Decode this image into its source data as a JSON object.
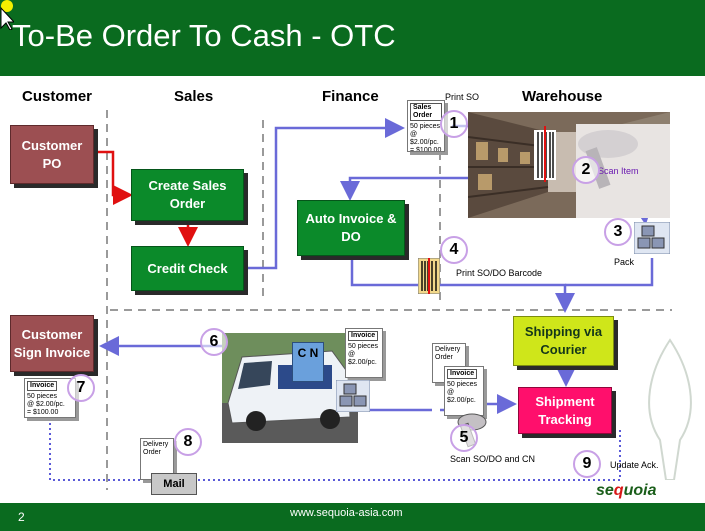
{
  "title": "To-Be Order To Cash - OTC",
  "lanes": {
    "customer": "Customer",
    "sales": "Sales",
    "finance": "Finance",
    "warehouse": "Warehouse"
  },
  "boxes": {
    "customer_po": "Customer PO",
    "create_sales_order": "Create Sales Order",
    "credit_check": "Credit Check",
    "auto_invoice": "Auto Invoice & DO",
    "shipping": "Shipping via Courier",
    "tracking": "Shipment Tracking",
    "customer_sign": "Customer Sign Invoice"
  },
  "labels": {
    "print_so": "Print  SO",
    "scan_item": "Scan Item",
    "pack": "Pack",
    "print_so_do_barcode": "Print SO/DO Barcode",
    "scan_so_do_cn": "Scan SO/DO and CN",
    "update_ack": "Update Ack.",
    "mail": "Mail",
    "cn": "C N"
  },
  "steps": [
    "1",
    "2",
    "3",
    "4",
    "5",
    "6",
    "7",
    "8",
    "9"
  ],
  "docs": {
    "sales_order_title": "Sales Order",
    "invoice_title": "Invoice",
    "delivery_order_title": "Delivery Order",
    "line1": "50 pieces",
    "line2": "@ $2.00/pc.",
    "line3": "= $100.00"
  },
  "footer": {
    "page": "2",
    "url": "www.sequoia-asia.com"
  },
  "logo": {
    "pre": "se",
    "mid": "q",
    "post": "uoia"
  },
  "colors": {
    "header": "#0a6b1f",
    "arrow": "#6a6ad8",
    "red_arrow": "#e01010",
    "dotted": "#5a5ad8"
  }
}
